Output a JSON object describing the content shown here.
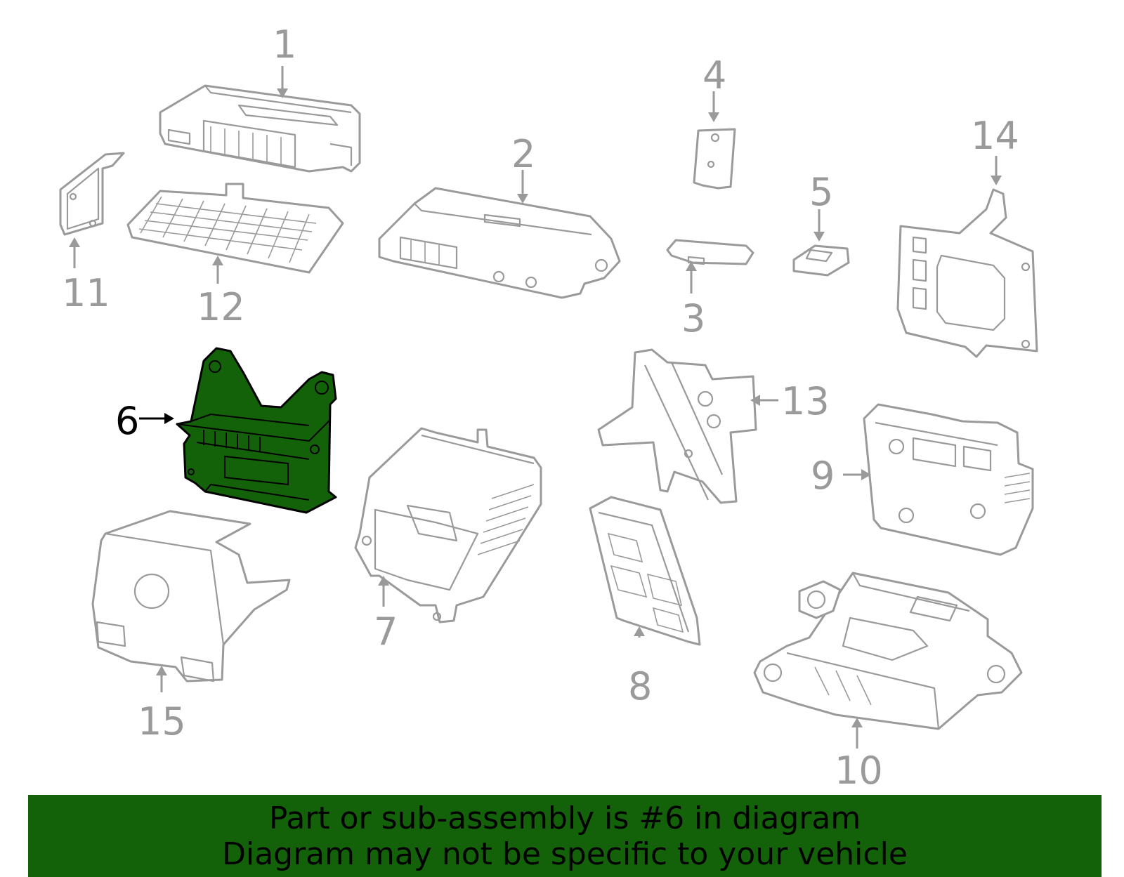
{
  "colors": {
    "banner_bg": "#136209",
    "selected_fill": "#136209",
    "part_stroke": "#9a9a9a",
    "selected_stroke": "#000000"
  },
  "callouts": {
    "c1": "1",
    "c2": "2",
    "c3": "3",
    "c4": "4",
    "c5": "5",
    "c6": "6",
    "c7": "7",
    "c8": "8",
    "c9": "9",
    "c10": "10",
    "c11": "11",
    "c12": "12",
    "c13": "13",
    "c14": "14",
    "c15": "15"
  },
  "selected_part": "6",
  "banner": {
    "line1": "Part or sub-assembly is #6 in diagram",
    "line2": "Diagram may not be specific to your vehicle"
  }
}
